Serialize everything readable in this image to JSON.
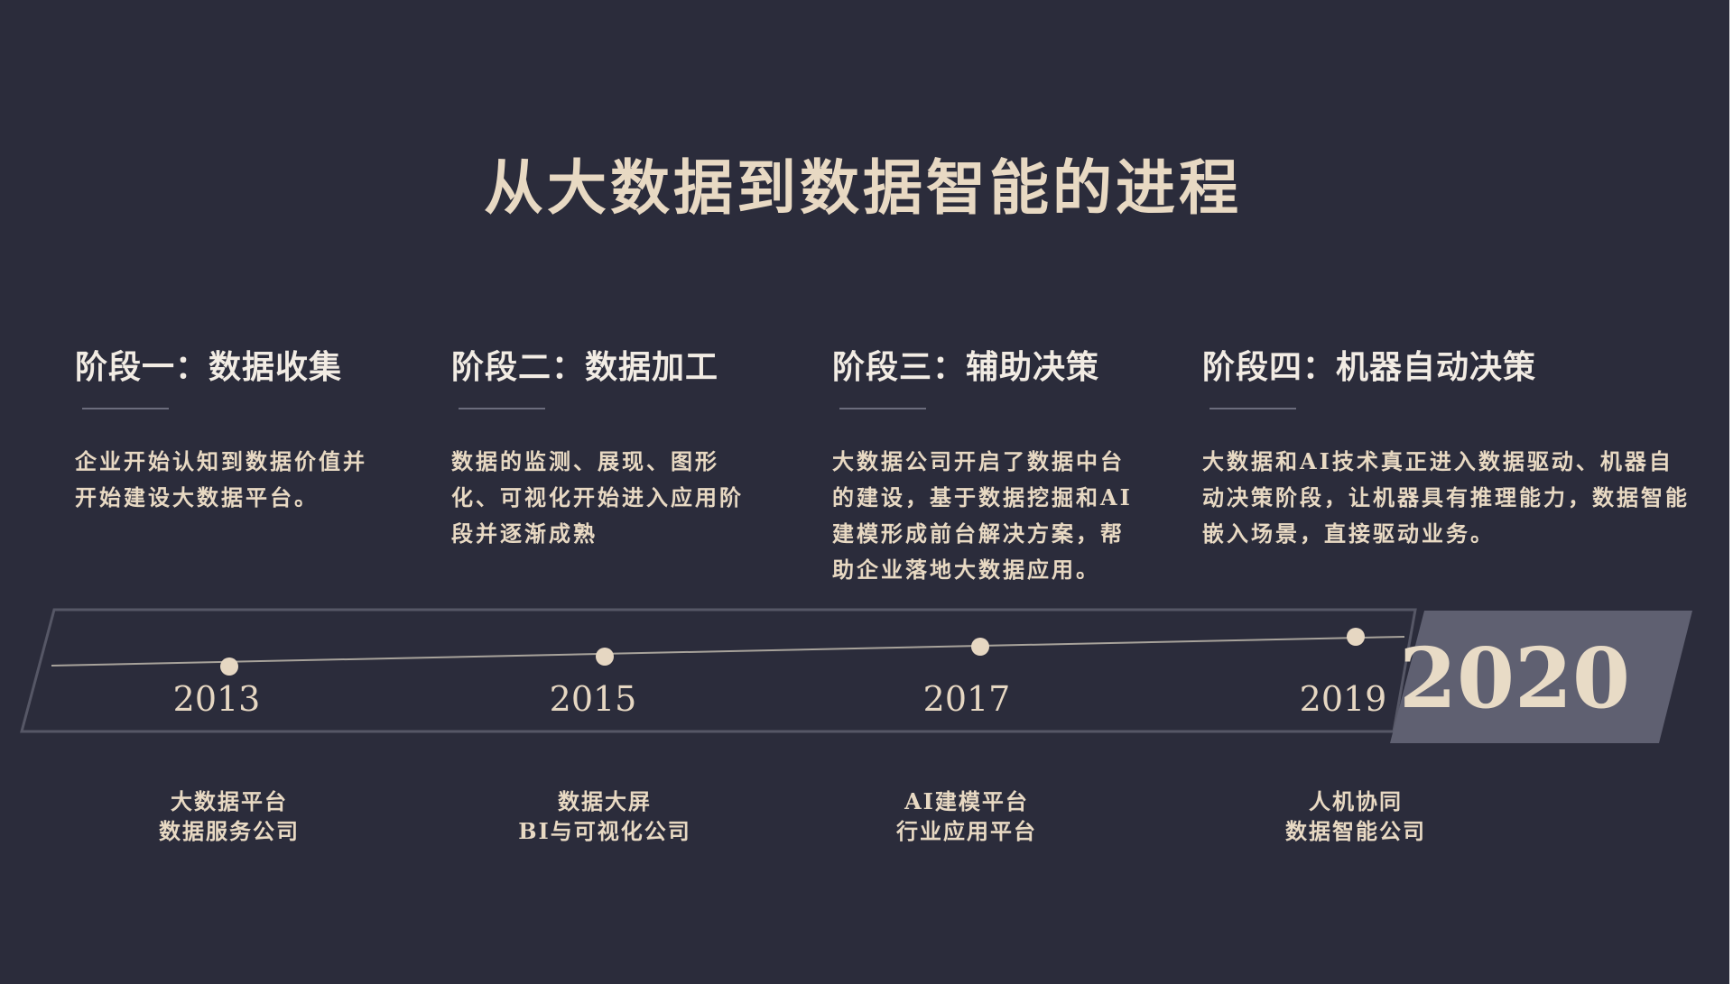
{
  "title": "从大数据到数据智能的进程",
  "stages": [
    {
      "title": "阶段一：数据收集",
      "description": "企业开始认知到数据价值并开始建设大数据平台。"
    },
    {
      "title": "阶段二：数据加工",
      "description": "数据的监测、展现、图形化、可视化开始进入应用阶段并逐渐成熟"
    },
    {
      "title": "阶段三：辅助决策",
      "description": "大数据公司开启了数据中台的建设，基于数据挖掘和AI建模形成前台解决方案，帮助企业落地大数据应用。"
    },
    {
      "title": "阶段四：机器自动决策",
      "description": "大数据和AI技术真正进入数据驱动、机器自动决策阶段，让机器具有推理能力，数据智能嵌入场景，直接驱动业务。"
    }
  ],
  "milestones": [
    {
      "year": "2013",
      "line1": "大数据平台",
      "line2": "数据服务公司"
    },
    {
      "year": "2015",
      "line1": "数据大屏",
      "line2": "BI与可视化公司"
    },
    {
      "year": "2017",
      "line1": "AI建模平台",
      "line2": "行业应用平台"
    },
    {
      "year": "2019",
      "line1": "人机协同",
      "line2": "数据智能公司"
    }
  ],
  "final_year": "2020",
  "colors": {
    "background": "#2b2c3b",
    "text": "#e6d7c2",
    "highlight_box": "#5f6071",
    "dot": "#e6d7c2",
    "band_border": "#565766"
  }
}
